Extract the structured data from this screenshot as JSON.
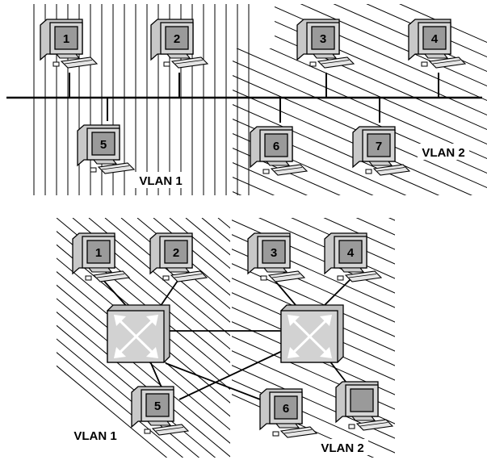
{
  "top_diagram": {
    "vlan1_label": "VLAN 1",
    "vlan2_label": "VLAN 2",
    "computers": [
      "1",
      "2",
      "3",
      "4",
      "5",
      "6",
      "7"
    ]
  },
  "bottom_diagram": {
    "vlan1_label": "VLAN 1",
    "vlan2_label": "VLAN 2",
    "computers": [
      "1",
      "2",
      "3",
      "4",
      "5",
      "6"
    ]
  }
}
